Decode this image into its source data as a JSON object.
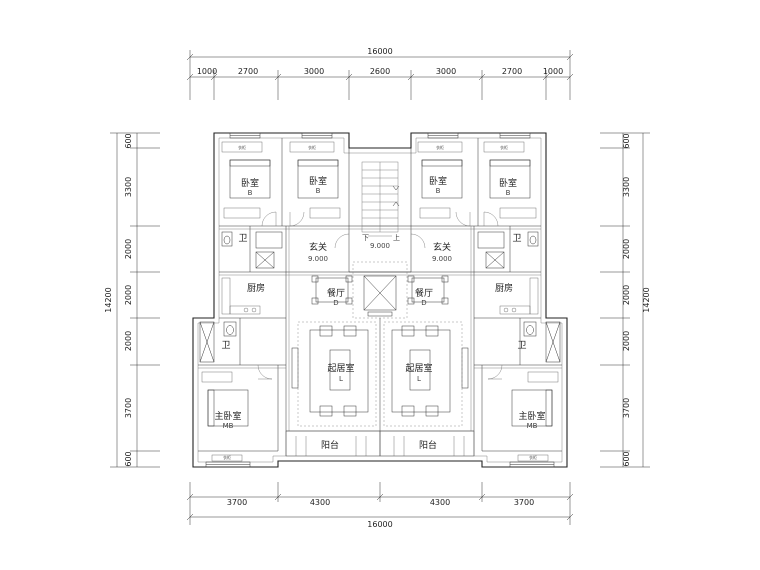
{
  "dimensions": {
    "top_total": "16000",
    "top_segments": [
      "1000",
      "2700",
      "3000",
      "2600",
      "3000",
      "2700",
      "1000"
    ],
    "bottom_segments": [
      "3700",
      "4300",
      "4300",
      "3700"
    ],
    "bottom_total": "16000",
    "left_segments": [
      "600",
      "3300",
      "2000",
      "2000",
      "2000",
      "3700",
      "600"
    ],
    "left_total": "14200",
    "right_segments": [
      "600",
      "3300",
      "2000",
      "2000",
      "2000",
      "3700",
      "600"
    ],
    "right_total": "14200"
  },
  "rooms": {
    "bedroom_label": "卧室",
    "bedroom_code": "B",
    "master_label": "主卧室",
    "master_code": "MB",
    "foyer_label": "玄关",
    "elev_label": "9.000",
    "dining_label": "餐厅",
    "dining_code": "D",
    "living_label": "起居室",
    "living_code": "L",
    "kitchen_label": "厨房",
    "bath_label": "卫",
    "balcony_label": "阳台",
    "closet_label": "衣柜",
    "stair_down": "下",
    "stair_up": "上",
    "stair_elev": "9.000"
  }
}
